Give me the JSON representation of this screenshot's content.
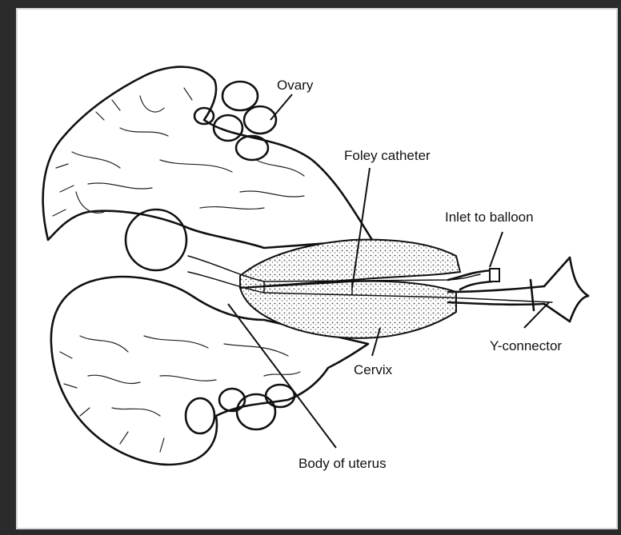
{
  "labels": {
    "ovary": "Ovary",
    "foley_catheter": "Foley catheter",
    "inlet_to_balloon": "Inlet to balloon",
    "y_connector": "Y-connector",
    "cervix": "Cervix",
    "body_of_uterus": "Body of uterus"
  }
}
